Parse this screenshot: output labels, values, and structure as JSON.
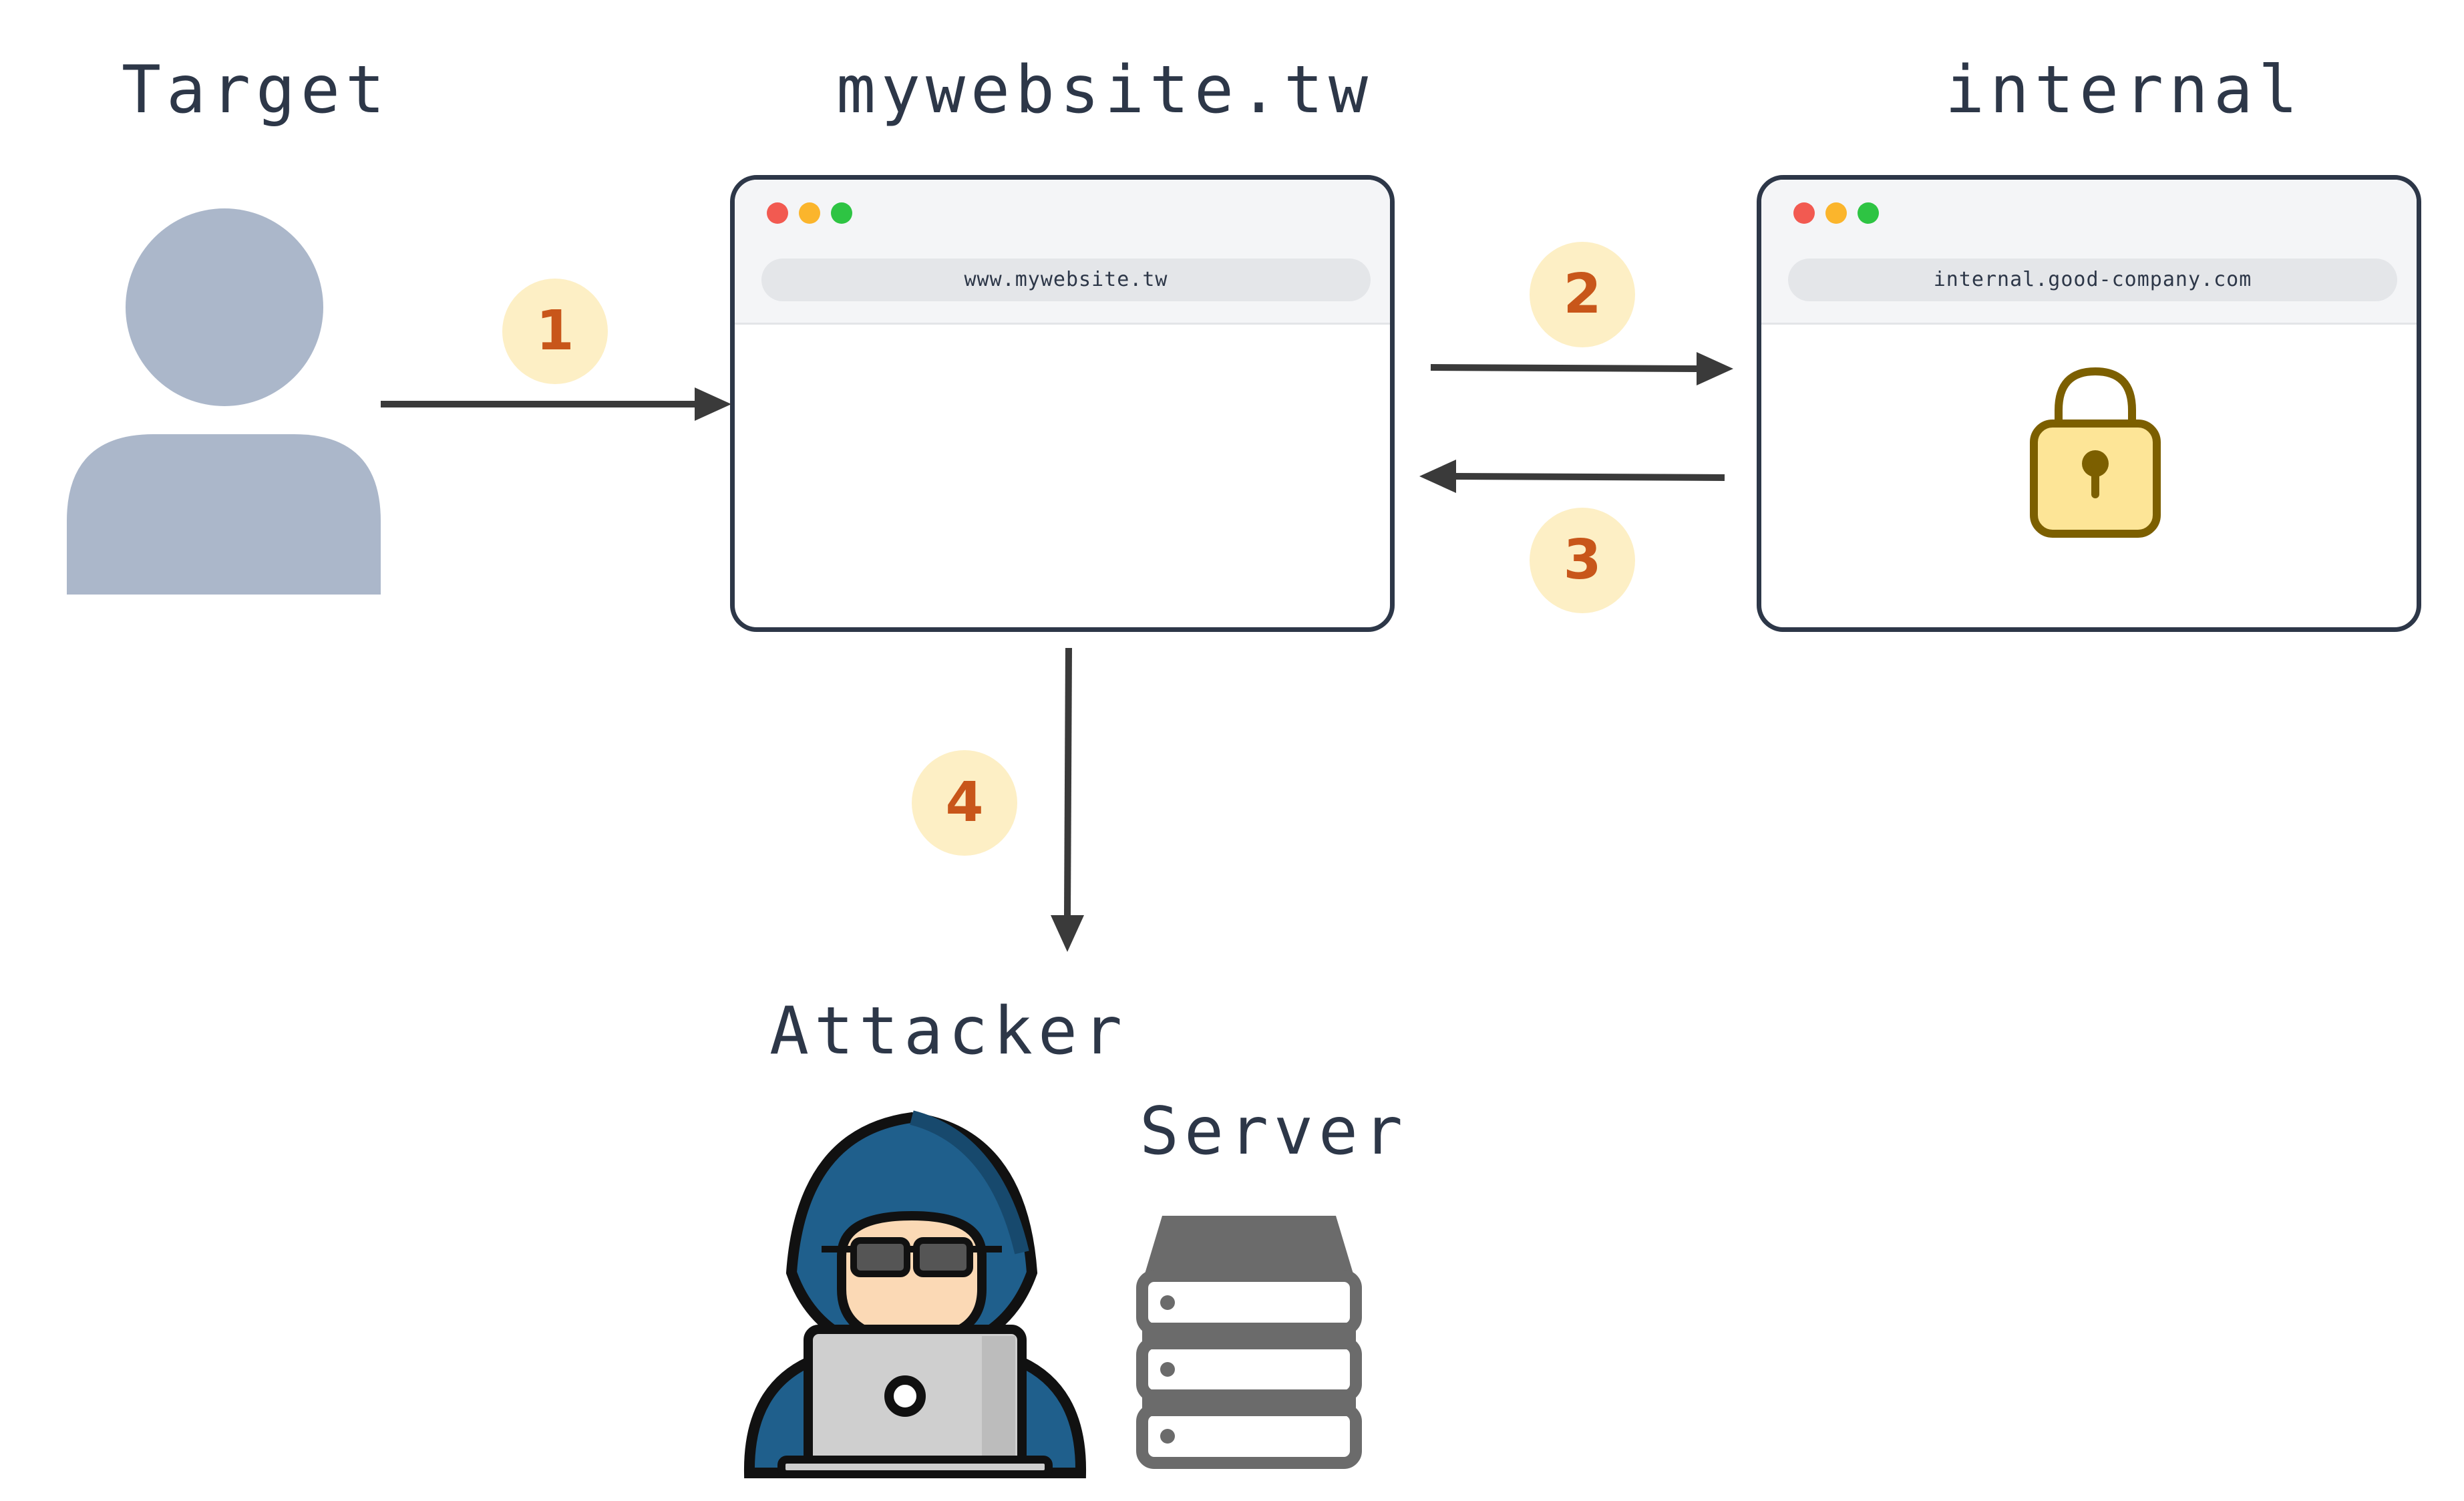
{
  "labels": {
    "target": "Target",
    "mywebsite": "mywebsite.tw",
    "internal": "internal",
    "attacker": "Attacker",
    "server": "Server"
  },
  "windows": {
    "mywebsite_url": "www.mywebsite.tw",
    "internal_url": "internal.good-company.com"
  },
  "steps": [
    "1",
    "2",
    "3",
    "4"
  ],
  "icons": [
    "person-icon",
    "lock-icon",
    "hacker-icon",
    "server-icon",
    "arrow-icon"
  ],
  "colors": {
    "text": "#2d3748",
    "arrow": "#3a3a3a",
    "badge_bg": "#fdefc5",
    "badge_text": "#c8561a",
    "person": "#abb7ca",
    "dot_red": "#f25a51",
    "dot_yellow": "#fbb52c",
    "dot_green": "#2ec443",
    "lock_fill": "#fde597",
    "lock_stroke": "#7c5f00",
    "hood": "#1f5f8c",
    "server": "#6b6b6b"
  }
}
